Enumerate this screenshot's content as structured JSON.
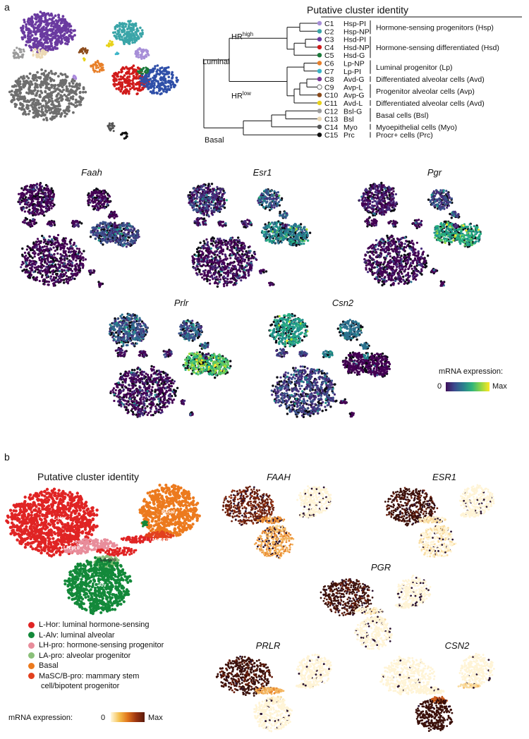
{
  "panel_a": {
    "letter": "a",
    "title": "Putative cluster identity",
    "branches": {
      "luminal": "Luminal",
      "basal": "Basal",
      "hr_high": "HR",
      "hr_high_sup": "high",
      "hr_low": "HR",
      "hr_low_sup": "low"
    },
    "clusters": [
      {
        "id": "C1",
        "name": "Hsp-PI",
        "color": "#a78fd8"
      },
      {
        "id": "C2",
        "name": "Hsp-NP",
        "color": "#3aa5a8"
      },
      {
        "id": "C3",
        "name": "Hsd-PI",
        "color": "#6a3aa0"
      },
      {
        "id": "C4",
        "name": "Hsd-NP",
        "color": "#d01a1a"
      },
      {
        "id": "C5",
        "name": "Hsd-G",
        "color": "#1a7a3a"
      },
      {
        "id": "C6",
        "name": "Lp-NP",
        "color": "#e8802a"
      },
      {
        "id": "C7",
        "name": "Lp-PI",
        "color": "#3ab4c8"
      },
      {
        "id": "C8",
        "name": "Avd-G",
        "color": "#7a3a98"
      },
      {
        "id": "C9",
        "name": "Avp-L",
        "color": "#ffffff"
      },
      {
        "id": "C10",
        "name": "Avp-G",
        "color": "#8b4a1a"
      },
      {
        "id": "C11",
        "name": "Avd-L",
        "color": "#e8d21a"
      },
      {
        "id": "C12",
        "name": "Bsl-G",
        "color": "#9a9a9a"
      },
      {
        "id": "C13",
        "name": "Bsl",
        "color": "#ecd9b4"
      },
      {
        "id": "C14",
        "name": "Myo",
        "color": "#555555"
      },
      {
        "id": "C15",
        "name": "Prc",
        "color": "#111111"
      }
    ],
    "identities": [
      "Hormone-sensing progenitors (Hsp)",
      "Hormone-sensing differentiated (Hsd)",
      "Luminal progenitor (Lp)",
      "Differentiated alveolar cells (Avd)",
      "Progenitor alveolar cells (Avp)",
      "Differentiated alveolar cells (Avd)",
      "Basal cells (Bsl)",
      "Myoepithelial cells (Myo)",
      "Procr+ cells (Prc)"
    ],
    "genes": [
      "Faah",
      "Esr1",
      "Pgr",
      "Prlr",
      "Csn2"
    ],
    "colorbar": {
      "title": "mRNA expression:",
      "min": "0",
      "max": "Max"
    }
  },
  "panel_b": {
    "letter": "b",
    "title": "Putative cluster identity",
    "map_labels": {
      "lhor": "L-Hor",
      "basal": "Basal",
      "lhpro": "LH-pro",
      "lapro": "LA-pro",
      "masc": "MaSC/B-pro",
      "lalv": "L-Alv"
    },
    "legend": [
      {
        "label": "L-Hor: luminal hormone-sensing",
        "color": "#e02424"
      },
      {
        "label": "L-Alv: luminal alveolar",
        "color": "#13893a"
      },
      {
        "label": "LH-pro: hormone-sensing progenitor",
        "color": "#e88d9b"
      },
      {
        "label": "LA-pro: alveolar progenitor",
        "color": "#8bc07a"
      },
      {
        "label": "Basal",
        "color": "#ec7a1e"
      },
      {
        "label": "MaSC/B-pro: mammary stem",
        "color": "#e2401e"
      }
    ],
    "legend_cont": "cell/bipotent progenitor",
    "genes": [
      "FAAH",
      "ESR1",
      "PGR",
      "PRLR",
      "CSN2"
    ],
    "colorbar": {
      "title": "mRNA expression:",
      "min": "0",
      "max": "Max"
    }
  }
}
